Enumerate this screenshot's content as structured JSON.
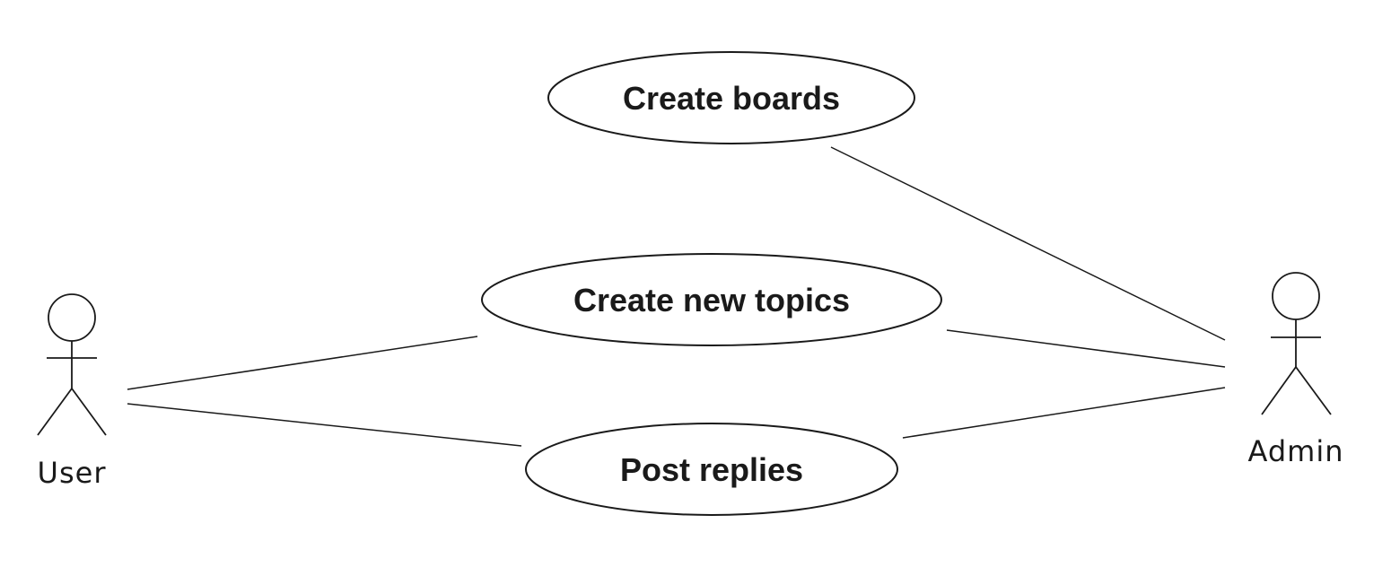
{
  "diagram": {
    "type": "uml-use-case",
    "actors": {
      "user": {
        "label": "User"
      },
      "admin": {
        "label": "Admin"
      }
    },
    "use_cases": {
      "create_boards": {
        "label": "Create boards"
      },
      "create_new_topics": {
        "label": "Create new topics"
      },
      "post_replies": {
        "label": "Post replies"
      }
    },
    "associations": [
      {
        "actor": "User",
        "use_case": "Create new topics"
      },
      {
        "actor": "User",
        "use_case": "Post replies"
      },
      {
        "actor": "Admin",
        "use_case": "Create boards"
      },
      {
        "actor": "Admin",
        "use_case": "Create new topics"
      },
      {
        "actor": "Admin",
        "use_case": "Post replies"
      }
    ],
    "colors": {
      "stroke": "#1a1a1a",
      "background": "#ffffff"
    }
  }
}
